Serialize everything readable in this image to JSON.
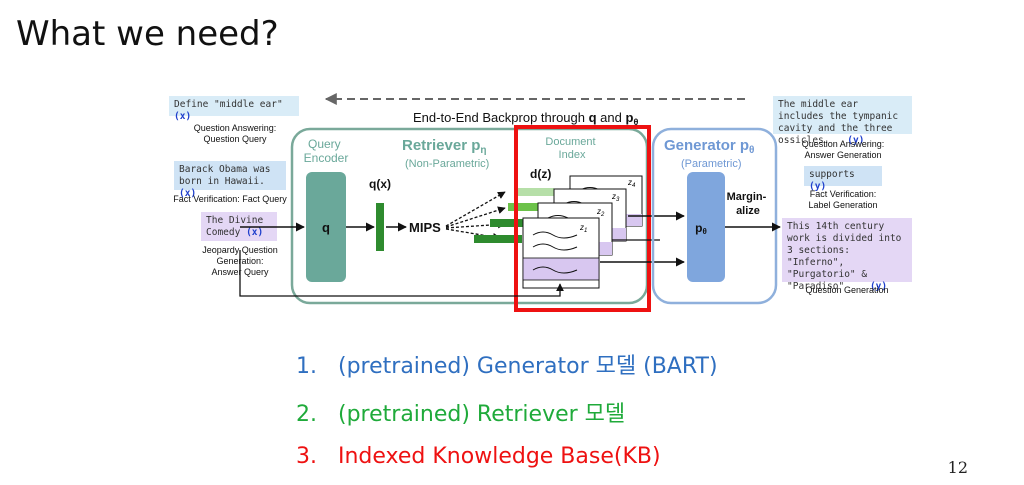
{
  "slide": {
    "title": "What we need?",
    "page_number": "12"
  },
  "diagram": {
    "backprop_label_pre": "End-to-End Backprop through ",
    "backprop_q": "q",
    "backprop_and": " and ",
    "backprop_p": "p",
    "backprop_theta": "θ",
    "left_queries": [
      {
        "text": "Define \"middle ear\"",
        "tag": "(x)",
        "caption": [
          "Question Answering:",
          "Question Query"
        ],
        "color": "#d9ecf7"
      },
      {
        "text": "Barack Obama was born in Hawaii.",
        "tag": "(x)",
        "caption": [
          "Fact Verification: Fact Query"
        ],
        "color": "#cfe3f5"
      },
      {
        "text": "The Divine Comedy",
        "tag": "(x)",
        "caption": [
          "Jeopardy Question",
          "Generation:",
          "Answer Query"
        ],
        "color": "#e4d7f5"
      }
    ],
    "right_outputs": [
      {
        "text": "The middle ear includes the tympanic cavity and the three ossicles.",
        "tag": "(y)",
        "caption": [
          "Question Answering:",
          "Answer Generation"
        ],
        "color": "#d9ecf7"
      },
      {
        "text": "supports",
        "tag": "(y)",
        "caption": [
          "Fact Verification:",
          "Label Generation"
        ],
        "color": "#cfe3f5"
      },
      {
        "text": "This 14th century work is divided into 3 sections: \"Inferno\", \"Purgatorio\" & \"Paradiso\"",
        "tag": "(y)",
        "caption": [
          "Question Generation"
        ],
        "color": "#e4d7f5"
      }
    ],
    "retriever": {
      "title": "Retriever p",
      "subscript": "η",
      "subtitle": "(Non-Parametric)",
      "query_encoder": [
        "Query",
        "Encoder"
      ],
      "q_label": "q",
      "qx_label": "q(x)",
      "mips_label": "MIPS",
      "doc_index": [
        "Document",
        "Index"
      ],
      "dz_label": "d(z)",
      "z_labels": [
        "z",
        "z",
        "z",
        "z"
      ],
      "z_subs": [
        "1",
        "2",
        "3",
        "4"
      ]
    },
    "generator": {
      "title": "Generator p",
      "subscript": "θ",
      "subtitle": "(Parametric)",
      "p_label": "p",
      "p_sub": "θ",
      "marginalize": [
        "Margin-",
        "alize"
      ]
    },
    "colors": {
      "retriever_border": "#7aa99a",
      "generator_border": "#8fb0dc",
      "encoder_fill": "#6aa89a",
      "generator_fill": "#7fa6dd",
      "highlight_box": "#ee1111",
      "bar_green": "#2e8b2e",
      "bar_light": "#6cc24a"
    }
  },
  "requirements": [
    {
      "num": "1.",
      "text": "(pretrained) Generator 모델 (BART)",
      "color": "#2f6fc0"
    },
    {
      "num": "2.",
      "text": "(pretrained) Retriever 모델",
      "color": "#1faa3a"
    },
    {
      "num": "3.",
      "text": "Indexed Knowledge Base(KB)",
      "color": "#ee1111"
    }
  ]
}
